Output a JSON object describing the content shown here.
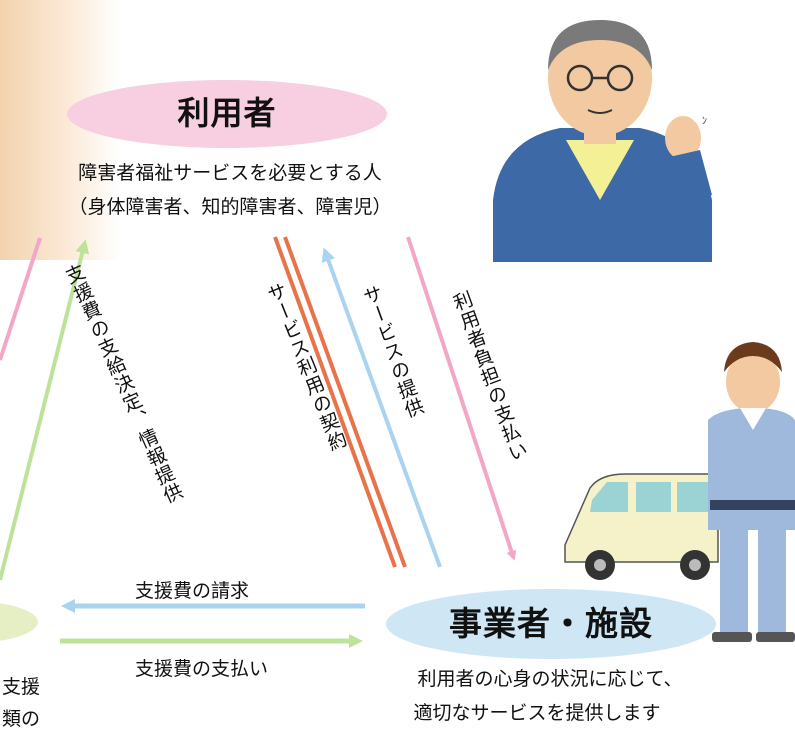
{
  "nodes": {
    "user": {
      "title": "利用者",
      "desc_line1": "障害者福祉サービスを必要とする人",
      "desc_line2": "（身体障害者、知的障害者、障害児）"
    },
    "provider": {
      "title": "事業者・施設",
      "desc_line1": "利用者の心身の状況に応じて、",
      "desc_line2": "適切なサービスを提供します"
    },
    "municipality": {
      "desc_line1_fragment": "支援",
      "desc_line2_fragment": "類の"
    }
  },
  "arrows": {
    "subsidy_decision": "支援費の支給決定、情報提供",
    "service_contract": "サービス利用の契約",
    "service_provision": "サービスの提供",
    "user_payment": "利用者負担の支払い",
    "subsidy_claim": "支援費の請求",
    "subsidy_payment": "支援費の支払い"
  },
  "colors": {
    "user_oval": "#f7cfe0",
    "provider_oval": "#cfe6f5",
    "municipality_oval": "#e6efc4",
    "pink_arrow": "#f2a7c9",
    "green_arrow": "#bfe29a",
    "blue_arrow": "#a9d3ef",
    "orange_line": "#e8734a",
    "bg_wash": "#f6dcbf"
  },
  "icons": [
    "elderly-man-illustration",
    "van-illustration",
    "worker-illustration"
  ]
}
